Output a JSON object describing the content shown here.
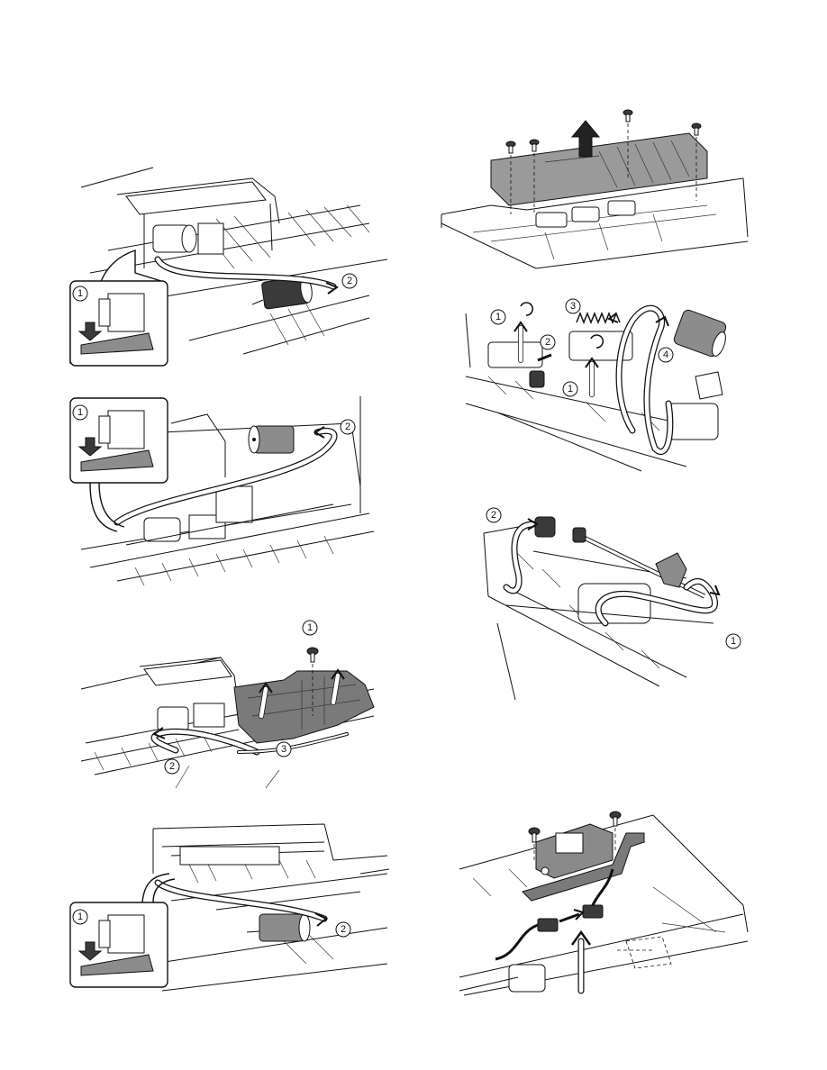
{
  "figures": [
    {
      "id": "left-1",
      "labels": [
        "1",
        "2"
      ]
    },
    {
      "id": "left-2",
      "labels": [
        "1",
        "2"
      ]
    },
    {
      "id": "left-3",
      "labels": [
        "1",
        "2",
        "3"
      ]
    },
    {
      "id": "left-4",
      "labels": [
        "1",
        "2"
      ]
    },
    {
      "id": "right-1",
      "labels": []
    },
    {
      "id": "right-2",
      "labels": [
        "1",
        "2",
        "3",
        "1",
        "4"
      ]
    },
    {
      "id": "right-3",
      "labels": [
        "2",
        "1"
      ]
    },
    {
      "id": "right-4",
      "labels": []
    }
  ],
  "icons": [
    "screw-icon",
    "up-arrow-icon",
    "roller-icon",
    "e-ring-icon",
    "spring-icon",
    "connector-icon",
    "solenoid-icon"
  ]
}
